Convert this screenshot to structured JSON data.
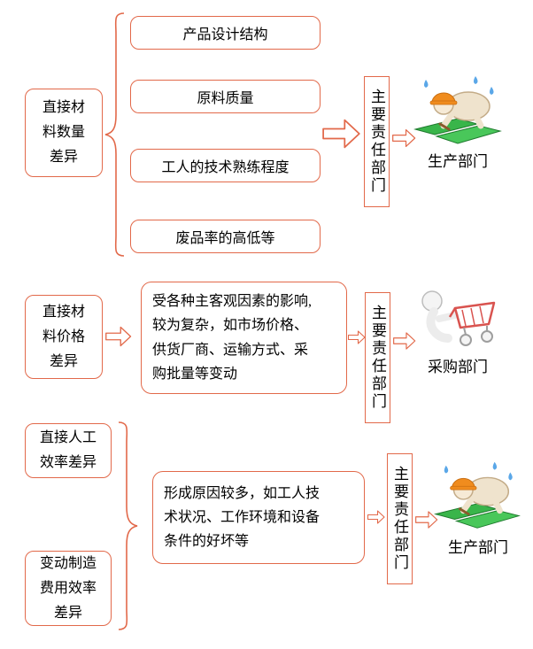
{
  "colors": {
    "accent": "#E2694A",
    "text": "#000000",
    "background": "#FFFFFF"
  },
  "sections": {
    "material_quantity": {
      "left_box": "直接材\n料数量\n差异",
      "factors": [
        "产品设计结构",
        "原料质量",
        "工人的技术熟练程度",
        "废品率的高低等"
      ],
      "responsibility": "主要责任部门",
      "department": "生产部门",
      "clipart": "worker-icon"
    },
    "material_price": {
      "left_box": "直接材\n料价格\n差异",
      "description": "受各种主客观因素的影响,\n较为复杂，如市场价格、\n供货厂商、运输方式、采\n购批量等变动",
      "responsibility": "主要责任部门",
      "department": "采购部门",
      "clipart": "shopper-cart-icon"
    },
    "efficiency": {
      "left_box_labor": "直接人工\n效率差异",
      "left_box_overhead": "变动制造\n费用效率\n差异",
      "description": "形成原因较多，如工人技\n术状况、工作环境和设备\n条件的好坏等",
      "responsibility": "主要责任部门",
      "department": "生产部门",
      "clipart": "worker-icon"
    }
  }
}
